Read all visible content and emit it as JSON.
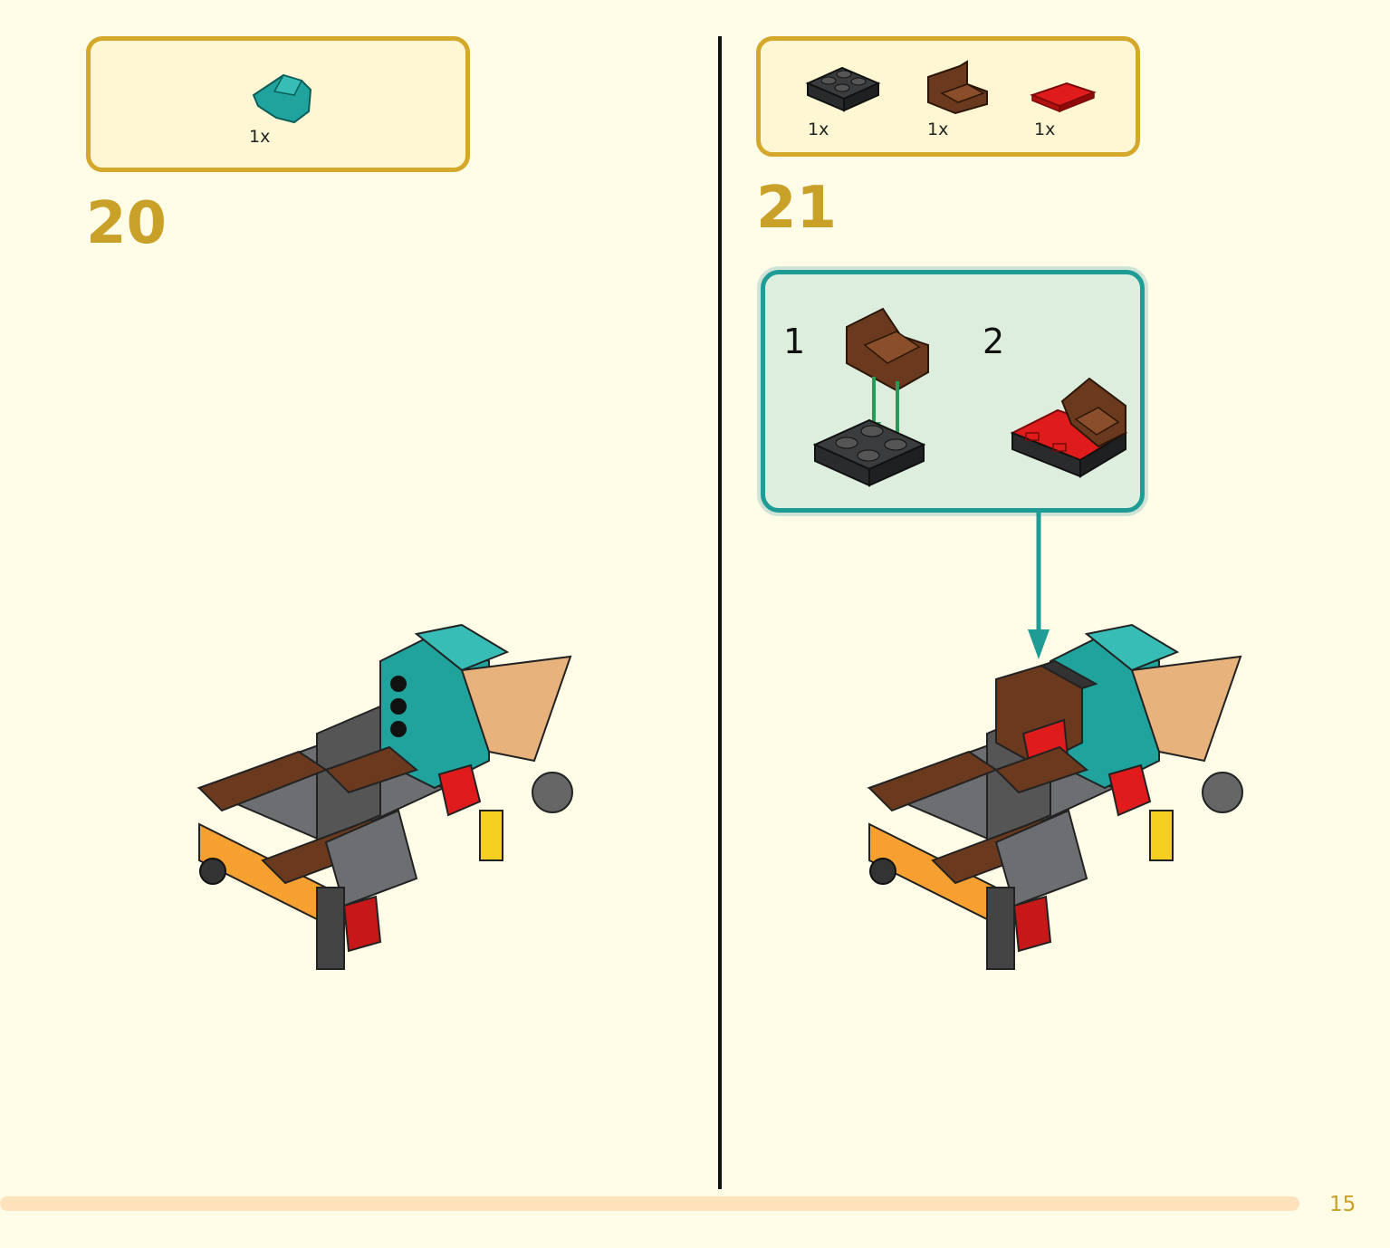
{
  "steps": [
    {
      "number": "20",
      "parts": [
        {
          "qty": "1x",
          "icon": "teal-wedge-plate-icon"
        }
      ]
    },
    {
      "number": "21",
      "parts": [
        {
          "qty": "1x",
          "icon": "dark-grey-plate-2x2-icon"
        },
        {
          "qty": "1x",
          "icon": "brown-seat-icon"
        },
        {
          "qty": "1x",
          "icon": "red-tile-icon"
        }
      ],
      "substeps": [
        {
          "number": "1"
        },
        {
          "number": "2"
        }
      ]
    }
  ],
  "page": {
    "number": "15"
  },
  "colors": {
    "accent": "#c9a128",
    "box_border": "#d4a82a",
    "substep_border": "#1f9c96",
    "background": "#fffde8"
  }
}
